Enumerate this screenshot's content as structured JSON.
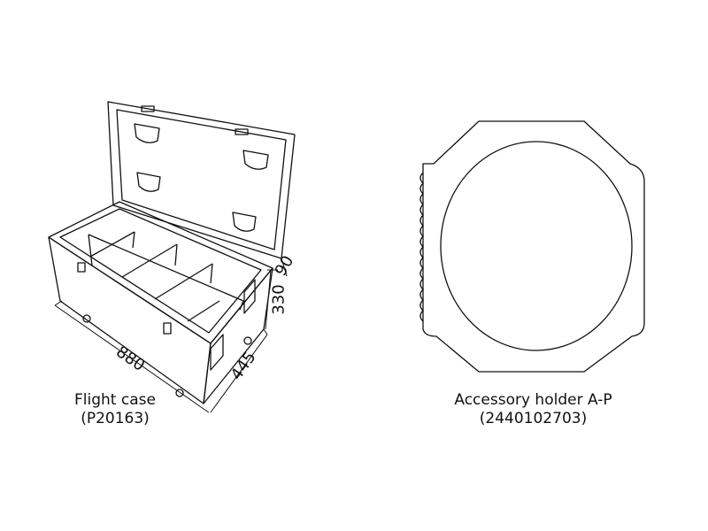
{
  "flight_case": {
    "name": "Flight case",
    "code": "(P20163)",
    "dimensions": {
      "length": "880",
      "width": "445",
      "height": "330",
      "lid_height": "90"
    }
  },
  "accessory_holder": {
    "name": "Accessory holder A-P",
    "code": "(2440102703)"
  }
}
